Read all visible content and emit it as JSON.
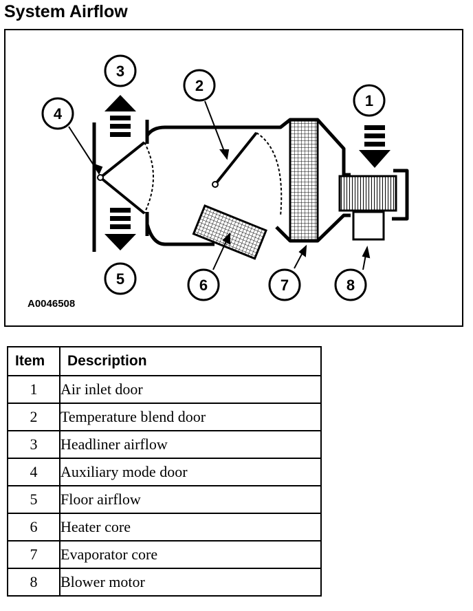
{
  "title": "System Airflow",
  "diagram": {
    "figure_id": "A0046508",
    "callouts": [
      "1",
      "2",
      "3",
      "4",
      "5",
      "6",
      "7",
      "8"
    ]
  },
  "legend": {
    "headers": [
      "Item",
      "Description"
    ],
    "rows": [
      {
        "item": "1",
        "description": "Air inlet door"
      },
      {
        "item": "2",
        "description": "Temperature blend door"
      },
      {
        "item": "3",
        "description": "Headliner airflow"
      },
      {
        "item": "4",
        "description": "Auxiliary mode door"
      },
      {
        "item": "5",
        "description": "Floor airflow"
      },
      {
        "item": "6",
        "description": "Heater core"
      },
      {
        "item": "7",
        "description": "Evaporator core"
      },
      {
        "item": "8",
        "description": "Blower motor"
      }
    ]
  }
}
